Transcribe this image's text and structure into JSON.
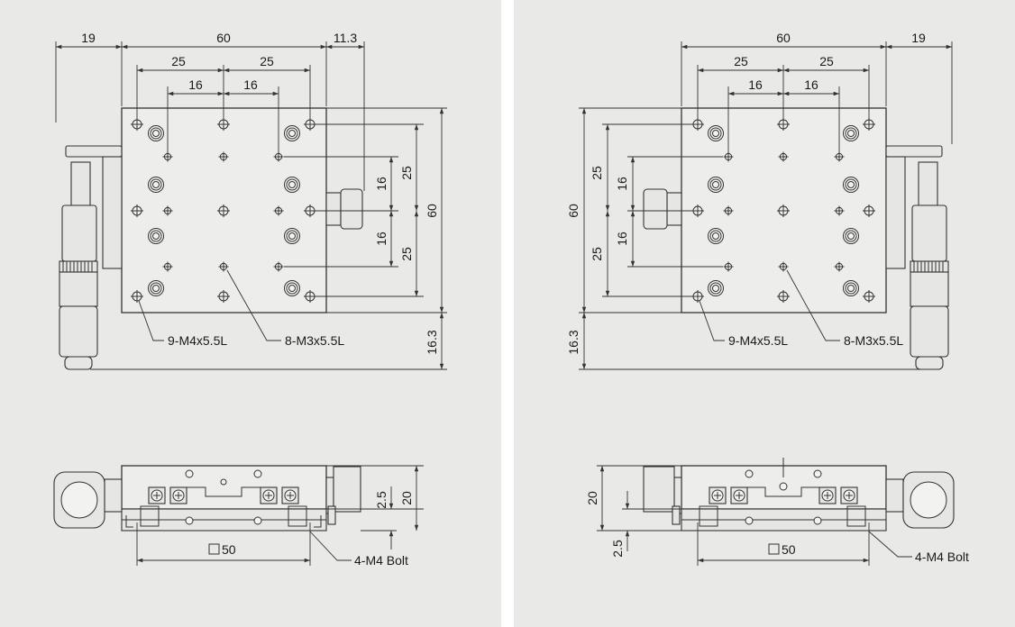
{
  "views": {
    "left_top": {
      "dims": {
        "d19": "19",
        "d60": "60",
        "d11_3": "11.3",
        "d25a": "25",
        "d25b": "25",
        "d16a": "16",
        "d16b": "16",
        "v25a": "25",
        "v16a": "16",
        "v16b": "16",
        "v25b": "25",
        "v60": "60",
        "v16_3": "16.3"
      },
      "callouts": {
        "holes_m4": "9-M4x5.5L",
        "holes_m3": "8-M3x5.5L"
      }
    },
    "left_bottom": {
      "dims": {
        "d2_5": "2.5",
        "d20": "20",
        "square50": "50"
      },
      "callouts": {
        "bolt": "4-M4 Bolt"
      }
    },
    "right_top": {
      "dims": {
        "d60": "60",
        "d19": "19",
        "d25a": "25",
        "d25b": "25",
        "d16a": "16",
        "d16b": "16",
        "v25a": "25",
        "v16a": "16",
        "v16b": "16",
        "v25b": "25",
        "v60": "60",
        "v16_3": "16.3"
      },
      "callouts": {
        "holes_m4": "9-M4x5.5L",
        "holes_m3": "8-M3x5.5L"
      }
    },
    "right_bottom": {
      "dims": {
        "d20": "20",
        "d2_5": "2.5",
        "square50": "50"
      },
      "callouts": {
        "bolt": "4-M4 Bolt"
      }
    }
  }
}
